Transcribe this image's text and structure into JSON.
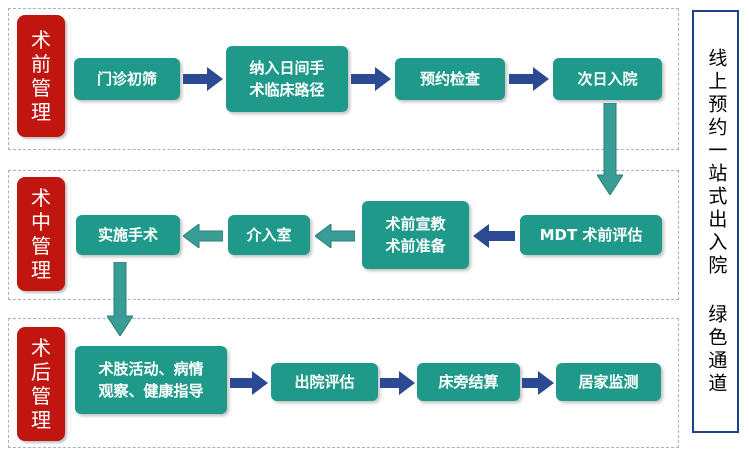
{
  "side_banner": {
    "title_lines": [
      "线上",
      "预约",
      "一站式",
      "出入院"
    ],
    "green_lines": [
      "绿色",
      "通道"
    ]
  },
  "colors": {
    "phase_red": "#c0160f",
    "step_teal": "#1f9a8a",
    "arrow_navy": "#2c4a94",
    "connector_teal": "#3a9d95",
    "dashed_border": "#9fb3cf",
    "side_border": "#1f3f86"
  },
  "phases": {
    "pre": {
      "chars": [
        "术",
        "前",
        "管",
        "理"
      ]
    },
    "intra": {
      "chars": [
        "术",
        "中",
        "管",
        "理"
      ]
    },
    "post": {
      "chars": [
        "术",
        "后",
        "管",
        "理"
      ]
    }
  },
  "steps": {
    "outpatient_screening": {
      "lines": [
        "门诊初筛"
      ]
    },
    "day_surgery_pathway": {
      "lines": [
        "纳入日间手",
        "术临床路径"
      ]
    },
    "appointment_exam": {
      "lines": [
        "预约检查"
      ]
    },
    "next_day_admission": {
      "lines": [
        "次日入院"
      ]
    },
    "mdt_assessment": {
      "lines": [
        "MDT 术前评估"
      ]
    },
    "preop_education": {
      "lines": [
        "术前宣教",
        "术前准备"
      ]
    },
    "interventional_room": {
      "lines": [
        "介入室"
      ]
    },
    "perform_surgery": {
      "lines": [
        "实施手术"
      ]
    },
    "postop_care": {
      "lines": [
        "术肢活动、病情",
        "观察、健康指导"
      ]
    },
    "discharge_assessment": {
      "lines": [
        "出院评估"
      ]
    },
    "bedside_settlement": {
      "lines": [
        "床旁结算"
      ]
    },
    "home_monitoring": {
      "lines": [
        "居家监测"
      ]
    }
  }
}
